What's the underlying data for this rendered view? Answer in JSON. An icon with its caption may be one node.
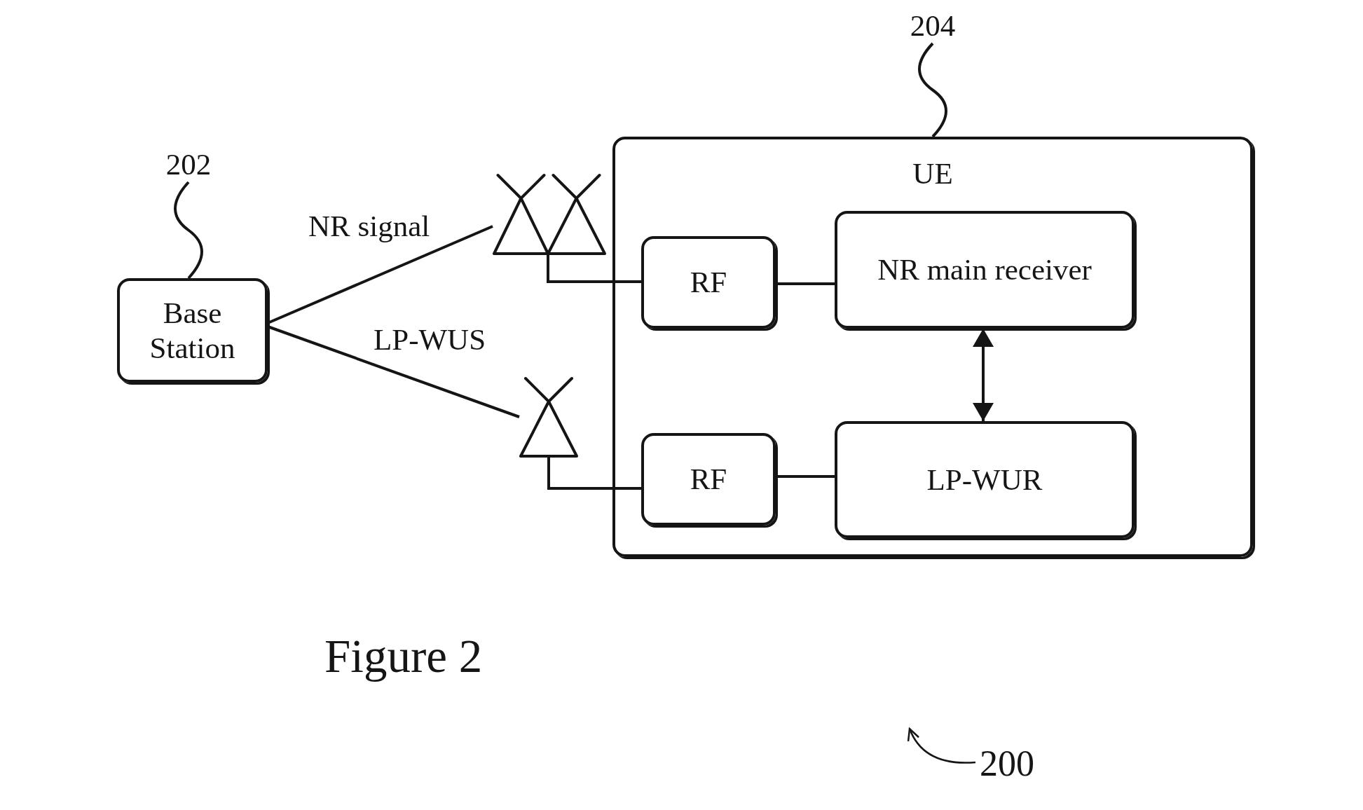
{
  "diagram": {
    "caption": "Figure 2",
    "nodes": [
      {
        "text": [
          "202"
        ]
      },
      {
        "text": [
          "Base Station"
        ]
      },
      {
        "text": [],
        "shape": "antenna"
      },
      {
        "text": [],
        "shape": "antenna"
      },
      {
        "text": [],
        "shape": "antenna"
      },
      {
        "text": [
          "204"
        ]
      },
      {
        "text": [
          "UE"
        ]
      },
      {
        "text": [
          "RF"
        ],
        "in": 6
      },
      {
        "text": [
          "NR main receiver"
        ],
        "in": 6
      },
      {
        "text": [
          "RF"
        ],
        "in": 6
      },
      {
        "text": [
          "LP-WUR"
        ],
        "in": 6
      },
      {
        "text": [
          "200"
        ]
      }
    ],
    "edges": [
      {
        "from": 0,
        "to": 1,
        "arrow": "none"
      },
      {
        "from": 1,
        "to": 2,
        "arrow": "none",
        "label": "NR signal"
      },
      {
        "from": 1,
        "to": 4,
        "arrow": "none",
        "label": "LP-WUS"
      },
      {
        "from": 2,
        "to": 7,
        "arrow": "none"
      },
      {
        "from": 3,
        "to": 7,
        "arrow": "none"
      },
      {
        "from": 4,
        "to": 9,
        "arrow": "none"
      },
      {
        "from": 5,
        "to": 6,
        "arrow": "none"
      },
      {
        "from": 7,
        "to": 8,
        "arrow": "none"
      },
      {
        "from": 9,
        "to": 10,
        "arrow": "none"
      },
      {
        "from": 8,
        "to": 10,
        "arrow": "both"
      },
      {
        "from": 11,
        "to": null,
        "arrow": "to"
      }
    ]
  }
}
